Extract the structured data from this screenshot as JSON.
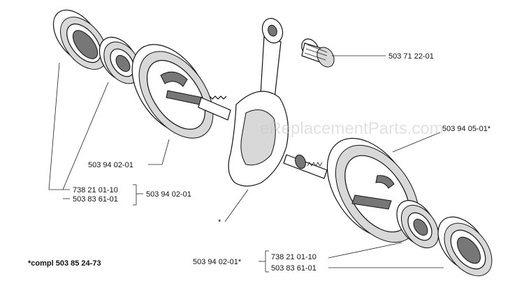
{
  "watermark": "eReplacementParts.com",
  "footnote": "*compl 503 85 24-73",
  "labels": {
    "needle_bearing": "503 71 22-01",
    "half_right": "503 94 05-01*",
    "half_left": "503 94 02-01",
    "bearing_left": "738 21 01-10",
    "seal_left": "503 83 61-01",
    "kit_left": "503 94 02-01",
    "asterisk": "*",
    "kit_bottom": "503 94 02-01*",
    "bearing_bottom": "738 21 01-10",
    "seal_bottom": "503 83 61-01"
  }
}
